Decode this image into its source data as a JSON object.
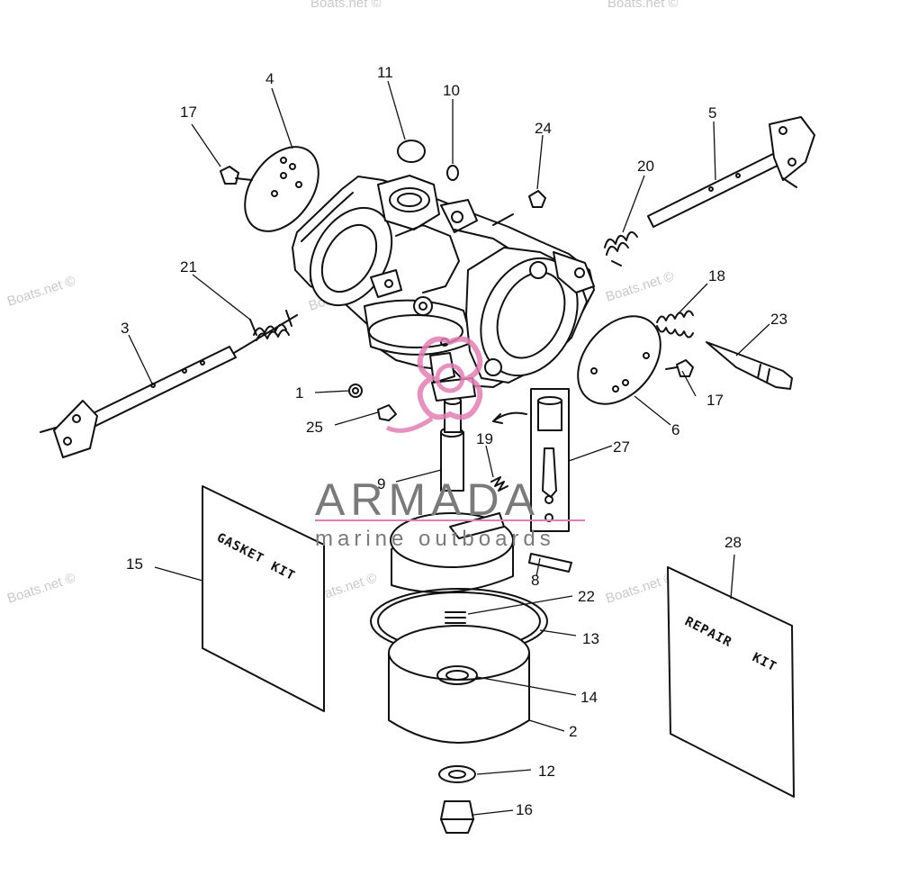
{
  "parts": [
    {
      "id": "part-1",
      "label": "1"
    },
    {
      "id": "part-2",
      "label": "2"
    },
    {
      "id": "part-3",
      "label": "3"
    },
    {
      "id": "part-4",
      "label": "4"
    },
    {
      "id": "part-5",
      "label": "5"
    },
    {
      "id": "part-6",
      "label": "6"
    },
    {
      "id": "part-8",
      "label": "8"
    },
    {
      "id": "part-9",
      "label": "9"
    },
    {
      "id": "part-10",
      "label": "10"
    },
    {
      "id": "part-11",
      "label": "11"
    },
    {
      "id": "part-12",
      "label": "12"
    },
    {
      "id": "part-13",
      "label": "13"
    },
    {
      "id": "part-14",
      "label": "14"
    },
    {
      "id": "part-15",
      "label": "15"
    },
    {
      "id": "part-16",
      "label": "16"
    },
    {
      "id": "part-17a",
      "label": "17"
    },
    {
      "id": "part-17b",
      "label": "17"
    },
    {
      "id": "part-18",
      "label": "18"
    },
    {
      "id": "part-19",
      "label": "19"
    },
    {
      "id": "part-20",
      "label": "20"
    },
    {
      "id": "part-21",
      "label": "21"
    },
    {
      "id": "part-22",
      "label": "22"
    },
    {
      "id": "part-23",
      "label": "23"
    },
    {
      "id": "part-24",
      "label": "24"
    },
    {
      "id": "part-25",
      "label": "25"
    },
    {
      "id": "part-27",
      "label": "27"
    },
    {
      "id": "part-28",
      "label": "28"
    }
  ],
  "gasket_kit": {
    "line1": "GASKET",
    "line2": "KIT"
  },
  "repair_kit": {
    "line1": "REPAIR",
    "line2": "KIT"
  },
  "watermark": {
    "site": "Boats.net ©",
    "brand": "ARMADA",
    "tagline": "marine outboards"
  },
  "colors": {
    "ink": "#111111",
    "paper": "#ffffff",
    "brand_pink": "#e07fb4",
    "brand_gray": "#7a7a7a",
    "watermark_gray": "#c9c9c9"
  }
}
